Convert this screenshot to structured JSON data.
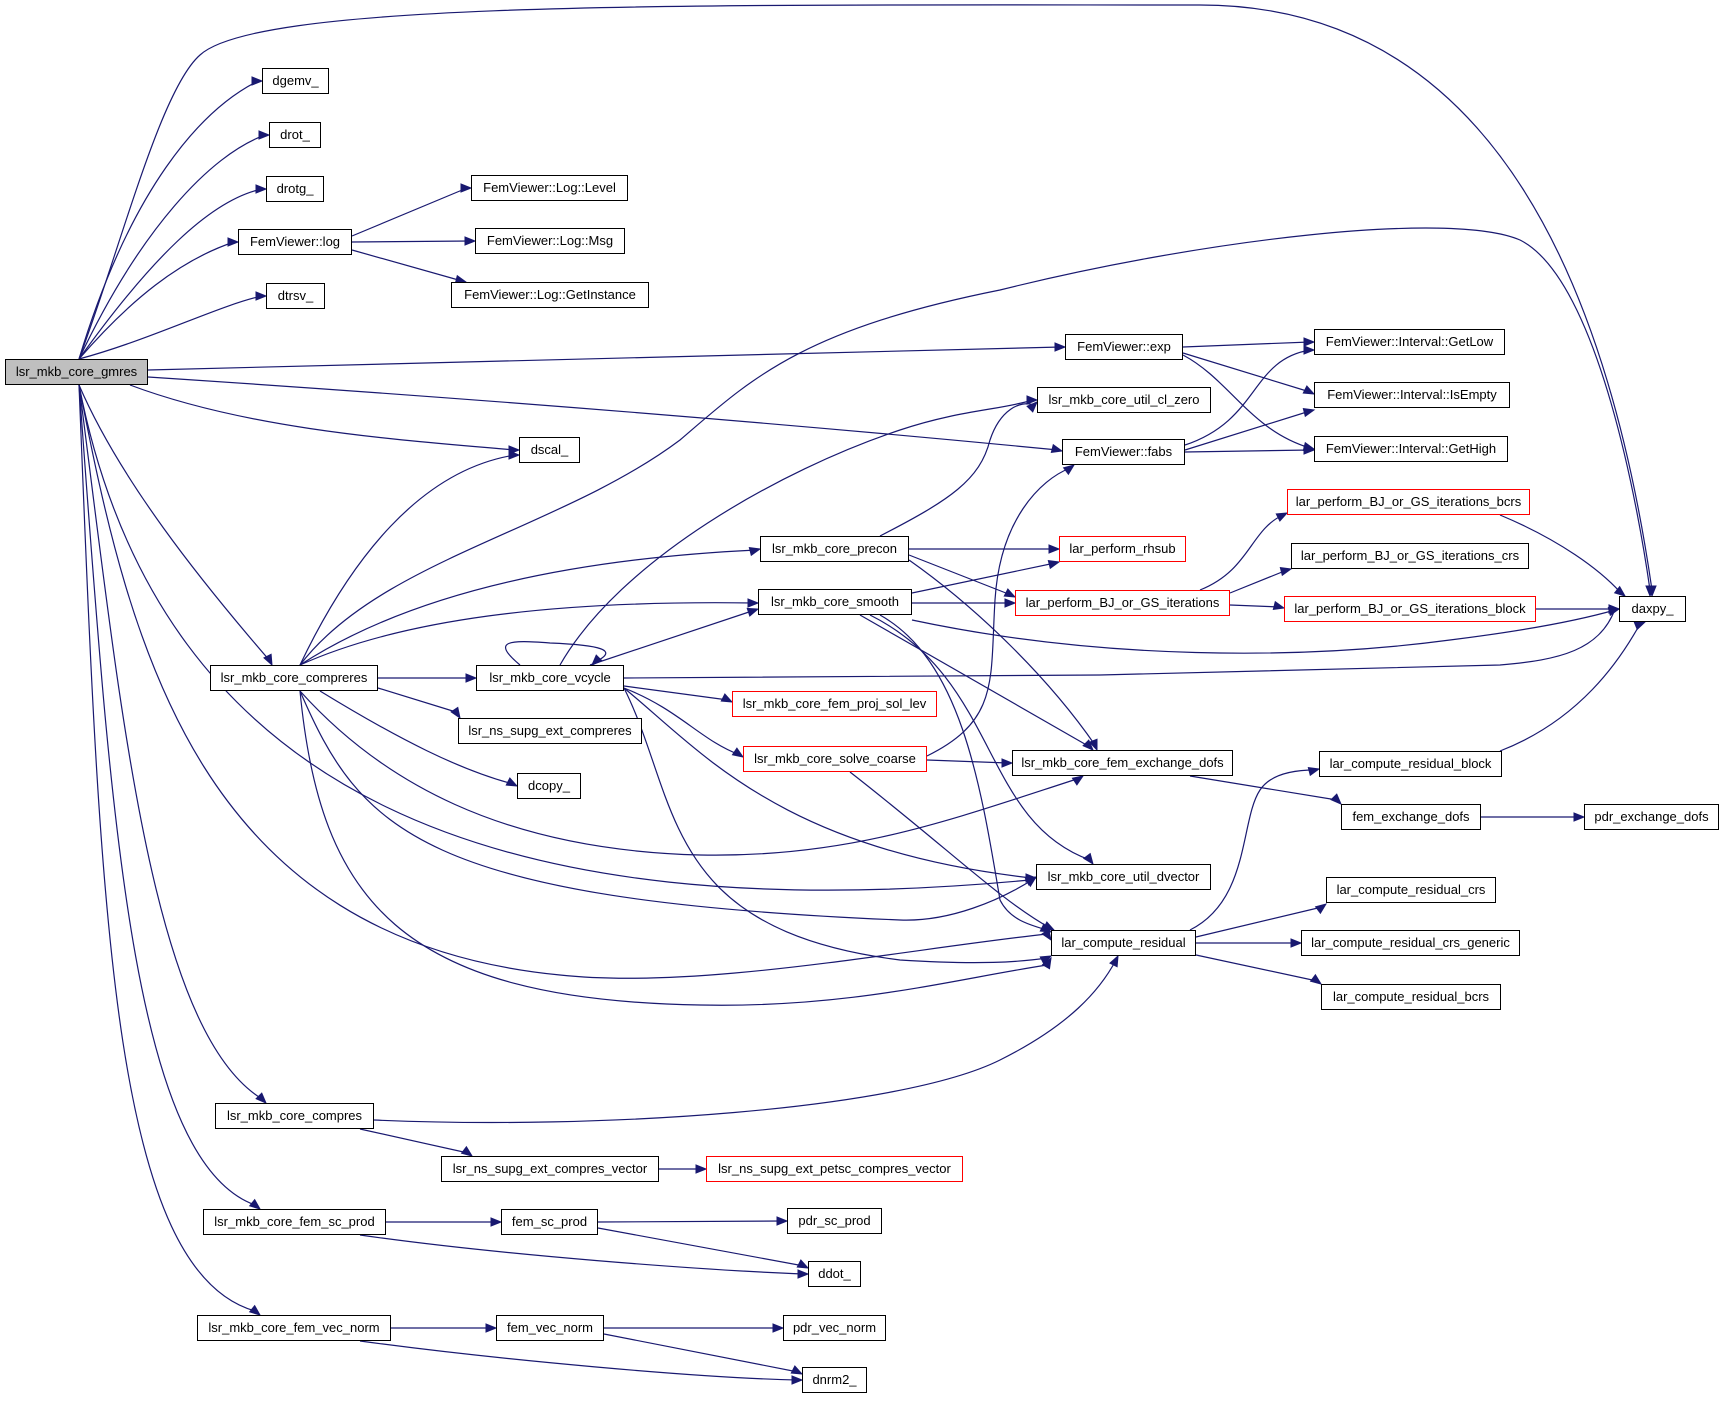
{
  "colors": {
    "edge": "#191970",
    "root_fill": "#bfbfbf",
    "truncated_border": "#ff0000",
    "node_border": "#000000"
  },
  "nodes": {
    "gmres": "lsr_mkb_core_gmres",
    "dgemv": "dgemv_",
    "drot": "drot_",
    "drotg": "drotg_",
    "fv_log": "FemViewer::log",
    "dtrsv": "dtrsv_",
    "log_level": "FemViewer::Log::Level",
    "log_msg": "FemViewer::Log::Msg",
    "log_getinstance": "FemViewer::Log::GetInstance",
    "fv_exp": "FemViewer::exp",
    "util_cl_zero": "lsr_mkb_core_util_cl_zero",
    "fv_fabs": "FemViewer::fabs",
    "getlow": "FemViewer::Interval::GetLow",
    "isempty": "FemViewer::Interval::IsEmpty",
    "gethigh": "FemViewer::Interval::GetHigh",
    "dscal": "dscal_",
    "precon": "lsr_mkb_core_precon",
    "rhsub": "lar_perform_rhsub",
    "bj_bcrs": "lar_perform_BJ_or_GS_iterations_bcrs",
    "bj_crs": "lar_perform_BJ_or_GS_iterations_crs",
    "bj": "lar_perform_BJ_or_GS_iterations",
    "bj_block": "lar_perform_BJ_or_GS_iterations_block",
    "daxpy": "daxpy_",
    "smooth": "lsr_mkb_core_smooth",
    "compreres": "lsr_mkb_core_compreres",
    "vcycle": "lsr_mkb_core_vcycle",
    "proj_sol_lev": "lsr_mkb_core_fem_proj_sol_lev",
    "ns_ext_compreres": "lsr_ns_supg_ext_compreres",
    "solve_coarse": "lsr_mkb_core_solve_coarse",
    "fem_exchange_dofs": "lsr_mkb_core_fem_exchange_dofs",
    "res_block": "lar_compute_residual_block",
    "dcopy": "dcopy_",
    "fem_exch": "fem_exchange_dofs",
    "pdr_exch": "pdr_exchange_dofs",
    "dvector": "lsr_mkb_core_util_dvector",
    "res_crs": "lar_compute_residual_crs",
    "residual": "lar_compute_residual",
    "res_crs_generic": "lar_compute_residual_crs_generic",
    "res_bcrs": "lar_compute_residual_bcrs",
    "compres": "lsr_mkb_core_compres",
    "ns_compres_vector": "lsr_ns_supg_ext_compres_vector",
    "ns_petsc_compres_vector": "lsr_ns_supg_ext_petsc_compres_vector",
    "fem_sc_prod": "lsr_mkb_core_fem_sc_prod",
    "fem_sc_prod2": "fem_sc_prod",
    "pdr_sc_prod": "pdr_sc_prod",
    "ddot": "ddot_",
    "fem_vec_norm": "lsr_mkb_core_fem_vec_norm",
    "fem_vec_norm2": "fem_vec_norm",
    "pdr_vec_norm": "pdr_vec_norm",
    "dnrm2": "dnrm2_"
  }
}
